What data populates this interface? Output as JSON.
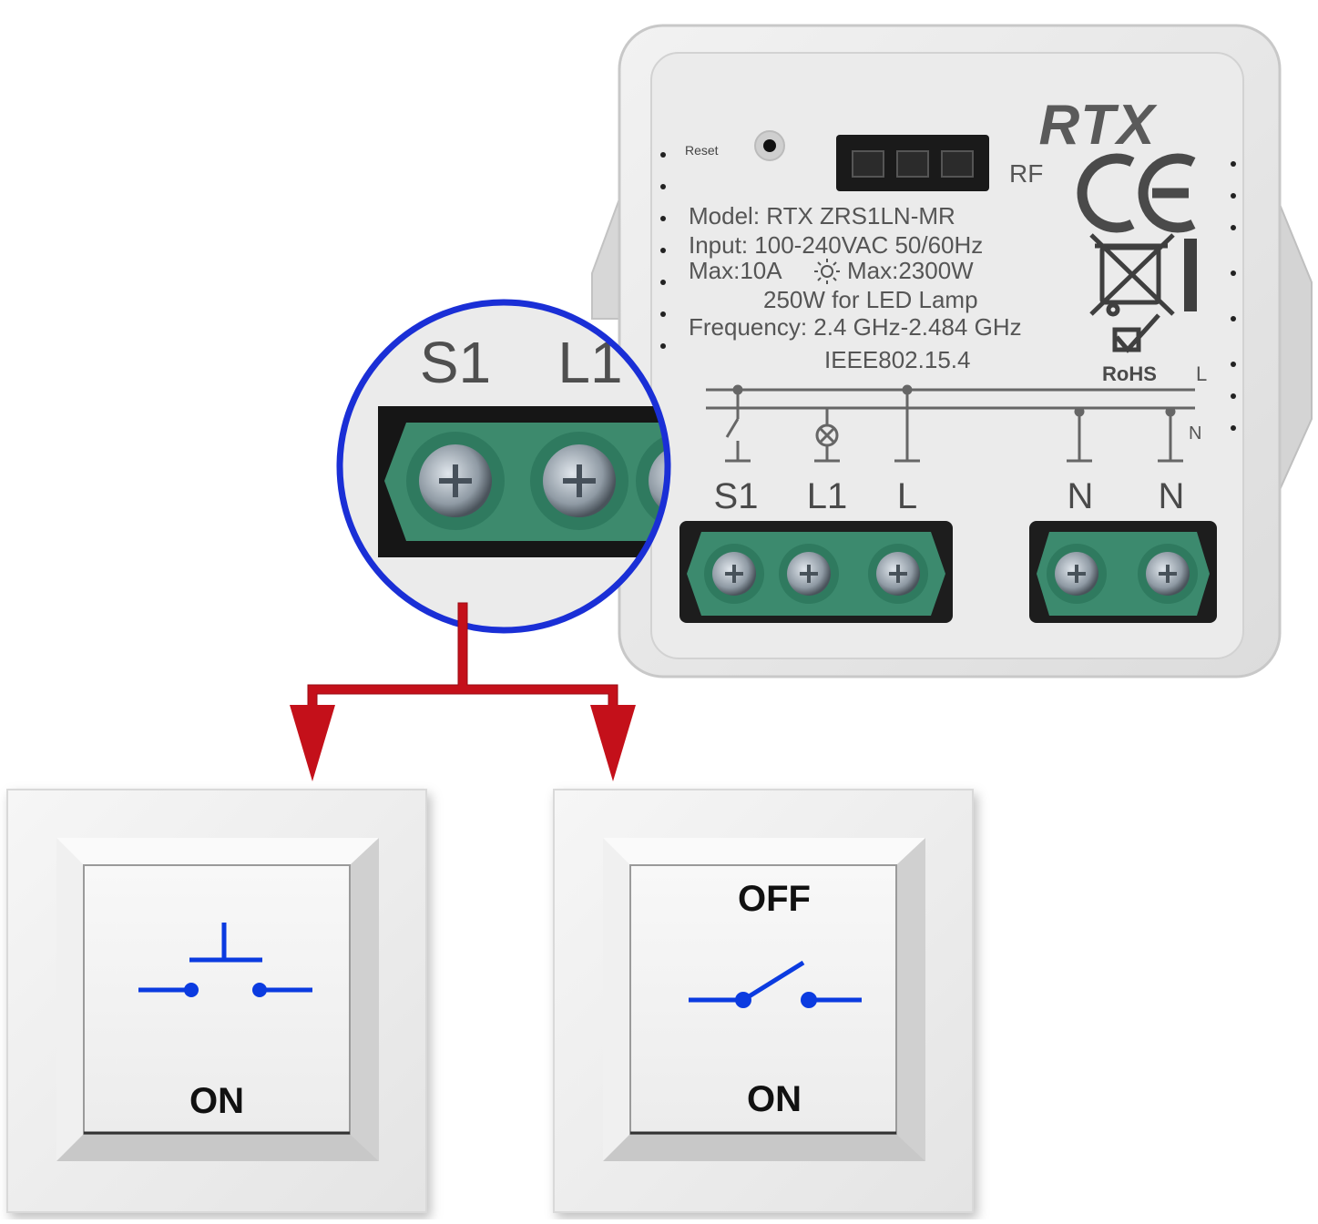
{
  "module": {
    "brand": "RTX",
    "rf_label": "RF",
    "reset_label": "Reset",
    "spec_lines": [
      "Model: RTX ZRS1LN-MR",
      "Input: 100-240VAC 50/60Hz",
      "Max:10A",
      "Max:2300W",
      "250W for LED Lamp",
      "Frequency: 2.4 GHz-2.484 GHz",
      "IEEE802.15.4"
    ],
    "certifications": {
      "ce": "CE",
      "rohs": "RoHS"
    },
    "bus_labels": {
      "line": "L",
      "neutral": "N"
    },
    "terminals": [
      "S1",
      "L1",
      "L",
      "N",
      "N"
    ]
  },
  "zoom": {
    "terminals": [
      "S1",
      "L1"
    ],
    "ring_color": "#1a2fd6"
  },
  "arrows": {
    "color": "#c4101a"
  },
  "switches": [
    {
      "type": "push-button",
      "top_label": "",
      "bottom_label": "ON"
    },
    {
      "type": "toggle",
      "top_label": "OFF",
      "bottom_label": "ON"
    }
  ],
  "symbol_color": "#0b3be0"
}
